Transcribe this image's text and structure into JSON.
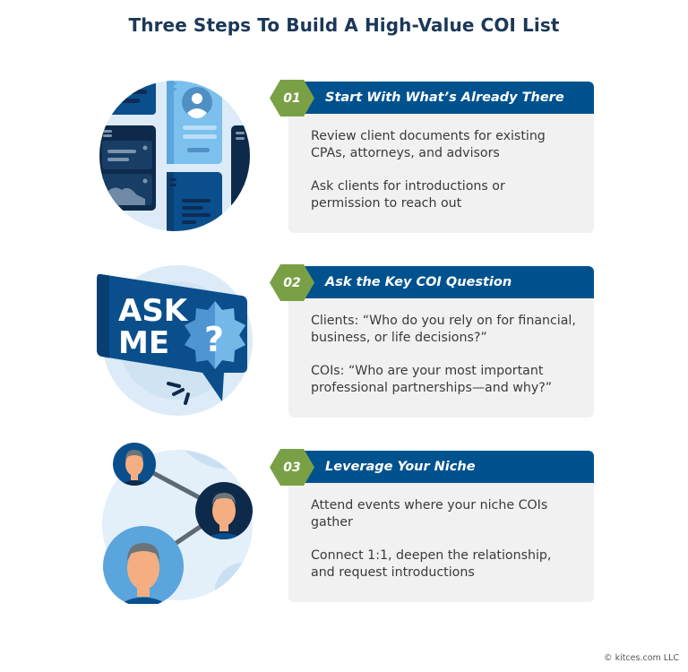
{
  "title": "Three Steps To Build A High-Value COI List",
  "colors": {
    "title": "#1b3857",
    "header_bar": "#00528f",
    "badge": "#7aa046",
    "card_bg": "#f1f1f1",
    "illustration_circle": "#dcebf7"
  },
  "steps": [
    {
      "number": "01",
      "heading": "Start With What’s Already There",
      "icon": "documents-profile-illustration",
      "points": [
        "Review client documents for existing CPAs, attorneys, and advisors",
        "Ask clients for introductions or permission to reach out"
      ]
    },
    {
      "number": "02",
      "heading": "Ask the Key COI Question",
      "icon": "ask-me-speech-bubble-illustration",
      "illustration_text": [
        "ASK",
        "ME",
        "?"
      ],
      "points": [
        "Clients: “Who do you rely on for financial, business, or life decisions?”",
        "COIs: “Who are your most important professional partnerships—and why?”"
      ]
    },
    {
      "number": "03",
      "heading": "Leverage Your Niche",
      "icon": "network-people-illustration",
      "points": [
        "Attend events where your niche COIs gather",
        "Connect 1:1, deepen the relationship, and request introductions"
      ]
    }
  ],
  "footer": "© kitces.com LLC"
}
